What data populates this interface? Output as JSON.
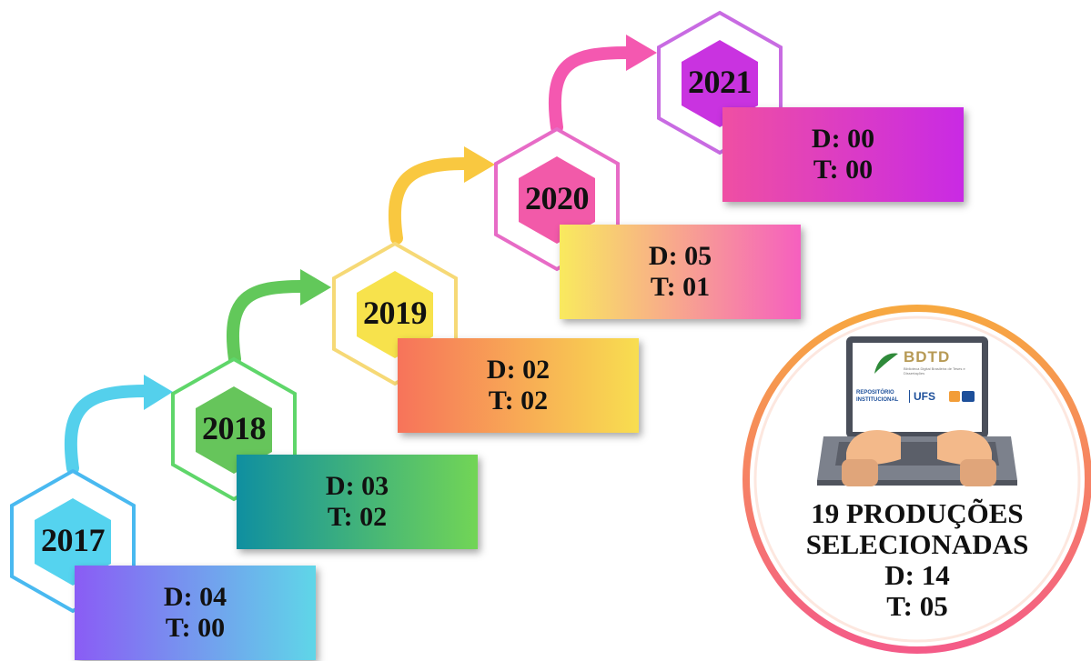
{
  "timeline": [
    {
      "year": "2017",
      "d": "D: 04",
      "t": "T: 00",
      "color": "#4ec8ec"
    },
    {
      "year": "2018",
      "d": "D: 03",
      "t": "T: 02",
      "color": "#63c45a"
    },
    {
      "year": "2019",
      "d": "D: 02",
      "t": "T: 02",
      "color": "#f6e24f"
    },
    {
      "year": "2020",
      "d": "D: 05",
      "t": "T: 01",
      "color": "#f15da7"
    },
    {
      "year": "2021",
      "d": "D: 00",
      "t": "T: 00",
      "color": "#cf3ee0"
    }
  ],
  "summary": {
    "line1": "19 PRODUÇÕES",
    "line2": "SELECIONADAS",
    "d": "D: 14",
    "t": "T: 05",
    "ring_color": "#f6a04a"
  },
  "laptop_screen": {
    "logo": "BDTD",
    "logo_sub": "Biblioteca Digital Brasileira de Teses e Dissertações",
    "repo_line1": "REPOSITÓRIO",
    "repo_line2": "INSTITUCIONAL",
    "ufs": "UFS"
  }
}
